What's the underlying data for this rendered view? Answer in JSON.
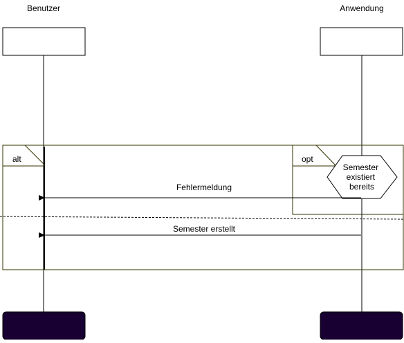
{
  "diagram": {
    "type": "sequence",
    "participants": [
      {
        "name": "Benutzer"
      },
      {
        "name": "Anwendung"
      }
    ],
    "fragments": {
      "alt": {
        "label": "alt"
      },
      "opt": {
        "label": "opt"
      }
    },
    "condition": {
      "lines": [
        "Semester",
        "existiert",
        "bereits"
      ]
    },
    "messages": [
      {
        "label": "Fehlermeldung",
        "from": "Anwendung",
        "to": "Benutzer"
      },
      {
        "label": "Semester erstellt",
        "from": "Anwendung",
        "to": "Benutzer"
      }
    ],
    "colors": {
      "line": "#000000",
      "fragment_border": "#333300",
      "footer_fill": "#190033"
    }
  }
}
